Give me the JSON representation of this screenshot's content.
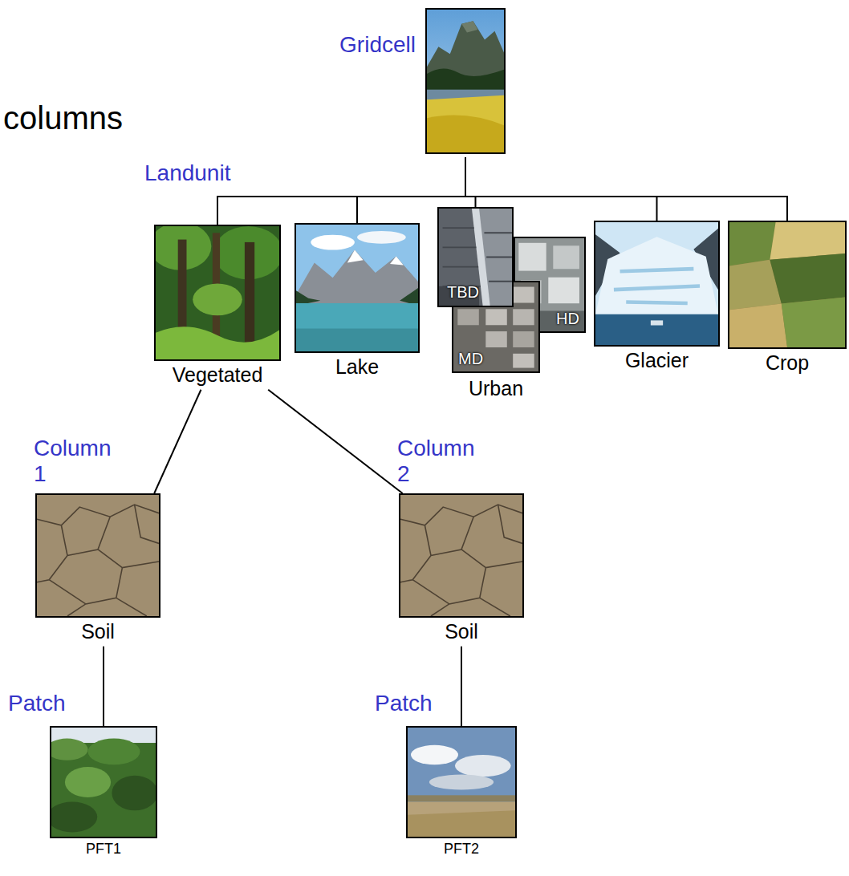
{
  "diagram": {
    "nodes": [
      {
        "text": [
          "Gridcell"
        ]
      },
      {
        "text": [
          "Vegetated"
        ]
      },
      {
        "text": [
          "Lake"
        ]
      },
      {
        "text": [
          "TBD"
        ]
      },
      {
        "text": [
          "HD"
        ]
      },
      {
        "text": [
          "MD"
        ]
      },
      {
        "text": [
          "Glacier"
        ]
      },
      {
        "text": [
          "Crop"
        ]
      },
      {
        "text": [
          "Column 1",
          "Soil"
        ]
      },
      {
        "text": [
          "Column 2",
          "Soil"
        ]
      },
      {
        "text": [
          "Patch",
          "PFT1"
        ]
      },
      {
        "text": [
          "Patch",
          "PFT2"
        ]
      }
    ],
    "edges": [
      {
        "from": 0,
        "to": 1,
        "arrow": "none"
      },
      {
        "from": 0,
        "to": 2,
        "arrow": "none"
      },
      {
        "from": 0,
        "to": 3,
        "arrow": "none"
      },
      {
        "from": 0,
        "to": 6,
        "arrow": "none"
      },
      {
        "from": 0,
        "to": 7,
        "arrow": "none"
      },
      {
        "from": 1,
        "to": 8,
        "arrow": "none"
      },
      {
        "from": 1,
        "to": 9,
        "arrow": "none"
      },
      {
        "from": 8,
        "to": 10,
        "arrow": "none"
      },
      {
        "from": 9,
        "to": 11,
        "arrow": "none"
      }
    ],
    "labels": [
      "columns",
      "Landunit",
      "Urban"
    ]
  }
}
